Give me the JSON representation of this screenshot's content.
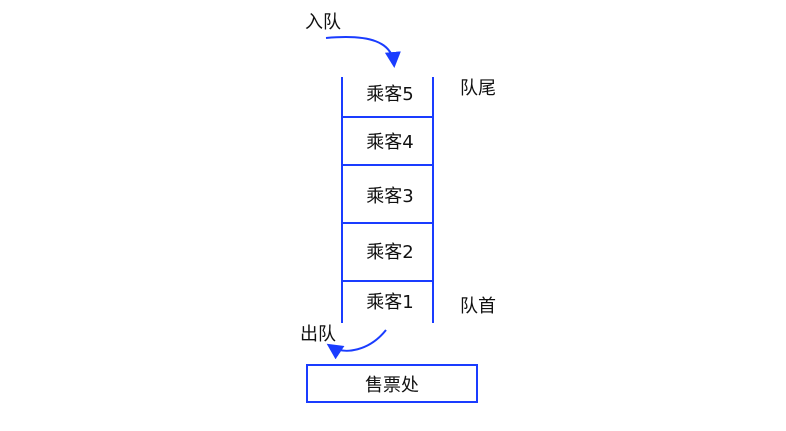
{
  "labels": {
    "enqueue": "入队",
    "dequeue": "出队",
    "tail": "队尾",
    "head": "队首"
  },
  "queue": [
    "乘客5",
    "乘客4",
    "乘客3",
    "乘客2",
    "乘客1"
  ],
  "ticket_office": "售票处",
  "colors": {
    "accent": "#1a3cff"
  }
}
